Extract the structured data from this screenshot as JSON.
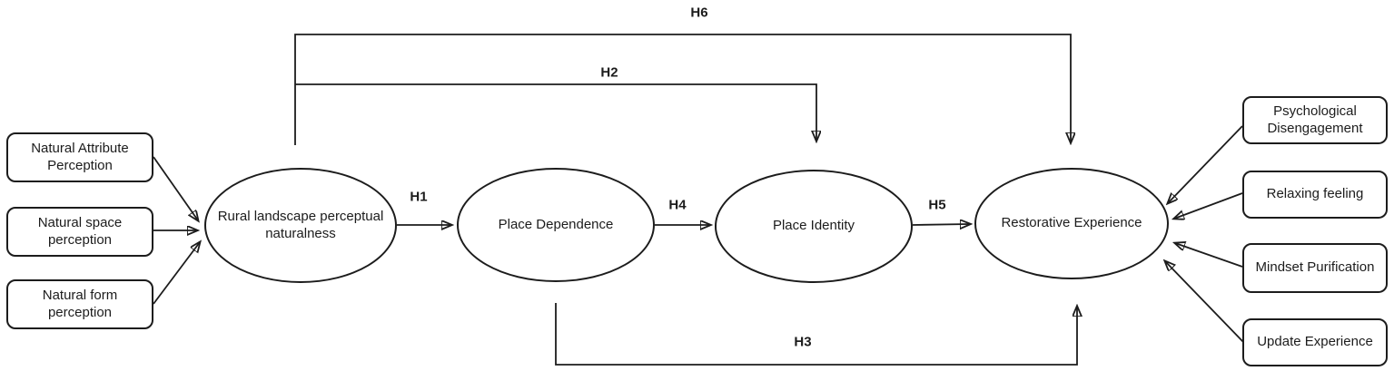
{
  "figure": {
    "background_color": "#ffffff",
    "stroke_color": "#1c1c1c",
    "text_color": "#1c1c1c",
    "left_indicators": [
      {
        "label": "Natural Attribute Perception"
      },
      {
        "label": "Natural space perception"
      },
      {
        "label": "Natural form perception"
      }
    ],
    "constructs": [
      {
        "label": "Rural landscape perceptual naturalness"
      },
      {
        "label": "Place Dependence"
      },
      {
        "label": "Place Identity"
      },
      {
        "label": "Restorative Experience"
      }
    ],
    "right_indicators": [
      {
        "label": "Psychological Disengagement"
      },
      {
        "label": "Relaxing feeling"
      },
      {
        "label": "Mindset Purification"
      },
      {
        "label": "Update Experience"
      }
    ],
    "hypotheses": [
      {
        "label": "H1",
        "from": "Rural landscape perceptual naturalness",
        "to": "Place Dependence"
      },
      {
        "label": "H2",
        "from": "Rural landscape perceptual naturalness",
        "to": "Place Identity"
      },
      {
        "label": "H3",
        "from": "Place Dependence",
        "to": "Restorative Experience"
      },
      {
        "label": "H4",
        "from": "Place Dependence",
        "to": "Place Identity"
      },
      {
        "label": "H5",
        "from": "Place Identity",
        "to": "Restorative Experience"
      },
      {
        "label": "H6",
        "from": "Rural landscape perceptual naturalness",
        "to": "Restorative Experience"
      }
    ]
  }
}
